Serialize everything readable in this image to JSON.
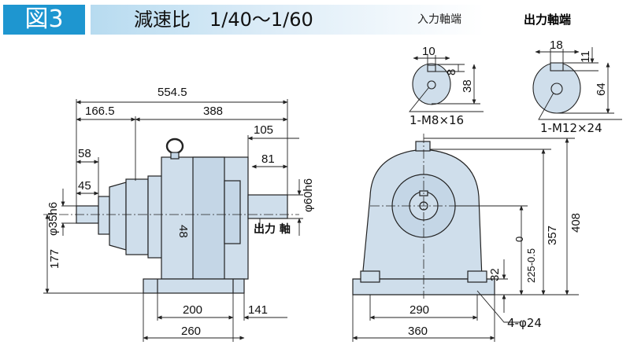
{
  "header": {
    "figure_label": "図3",
    "title": "減速比　1/40～1/60",
    "input_shaft_end": "入力軸端",
    "output_shaft_end": "出力軸端"
  },
  "colors": {
    "badge": "#1e96d0",
    "body_fill": "#cfdeeb",
    "line": "#222222"
  },
  "side_view": {
    "overall_length": "554.5",
    "left_length": "166.5",
    "right_length": "388",
    "shaft_length": "105",
    "key_length": "81",
    "input_dim_58": "58",
    "input_dim_45": "45",
    "input_shaft_dia": "φ35h6",
    "output_shaft_dia": "φ60h6",
    "center_height": "177",
    "motor_dim_48": "48",
    "output_shaft_label": "出力 軸",
    "base_inner": "200",
    "base_overhang": "141",
    "base_length": "260"
  },
  "front_view": {
    "height_408": "408",
    "height_357": "357",
    "shaft_height_tol": "225-0.5",
    "shaft_height_tol_upper": "0",
    "base_thickness": "32",
    "mount_pitch": "290",
    "base_width": "360",
    "mount_holes": "4-φ24"
  },
  "input_shaft_end": {
    "key_width": "10",
    "key_height": "8",
    "shaft_dim": "38",
    "tap": "1-M8×16"
  },
  "output_shaft_end": {
    "key_width": "18",
    "key_height": "11",
    "shaft_dim": "64",
    "tap": "1-M12×24"
  }
}
